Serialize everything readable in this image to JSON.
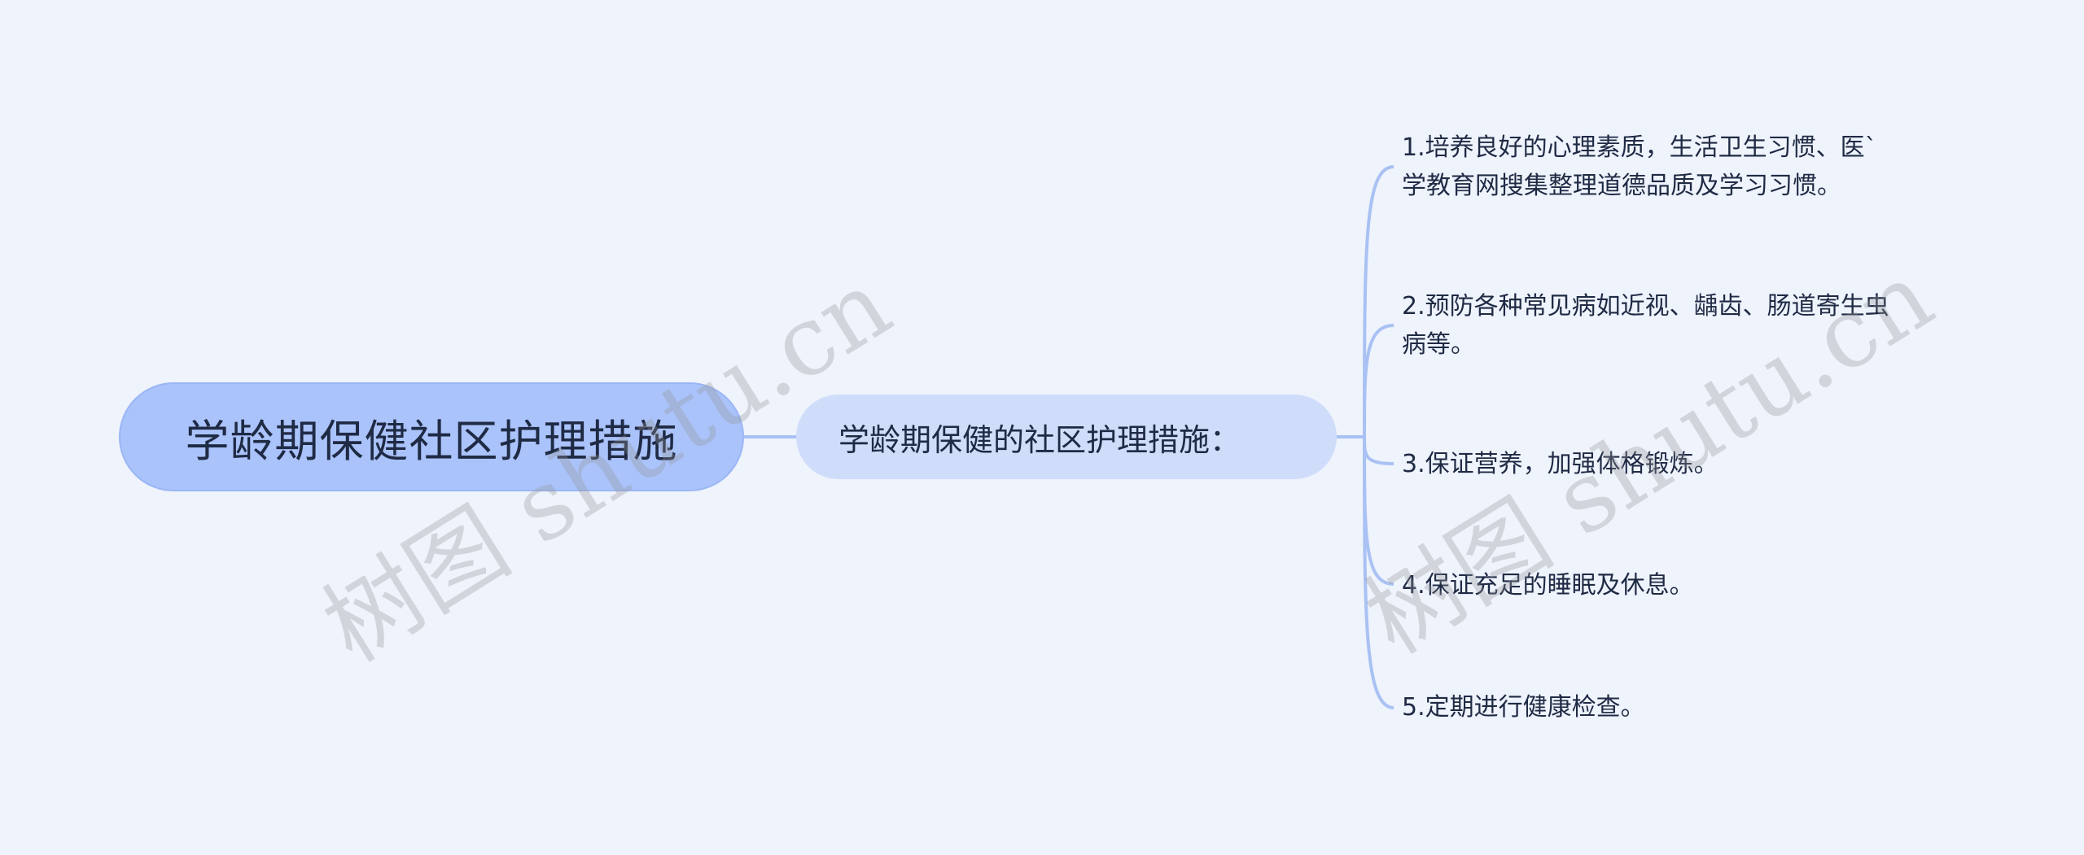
{
  "root": {
    "label": "学龄期保健社区护理措施"
  },
  "topic": {
    "label": "学龄期保健的社区护理措施："
  },
  "leaves": [
    {
      "lines": [
        "1.培养良好的心理素质，生活卫生习惯、医`",
        "学教育网搜集整理道德品质及学习习惯。"
      ]
    },
    {
      "lines": [
        "2.预防各种常见病如近视、龋齿、肠道寄生虫",
        "病等。"
      ]
    },
    {
      "lines": [
        "3.保证营养，加强体格锻炼。"
      ]
    },
    {
      "lines": [
        "4.保证充足的睡眠及休息。"
      ]
    },
    {
      "lines": [
        "5.定期进行健康检查。"
      ]
    }
  ],
  "watermarks": [
    {
      "text": "树图 shutu.cn"
    },
    {
      "text": "树图 shutu.cn"
    }
  ],
  "colors": {
    "background": "#eef3fc",
    "root_fill": "#aac3fb",
    "topic_fill": "#cfdcfa",
    "connector": "#a9c1f3"
  }
}
